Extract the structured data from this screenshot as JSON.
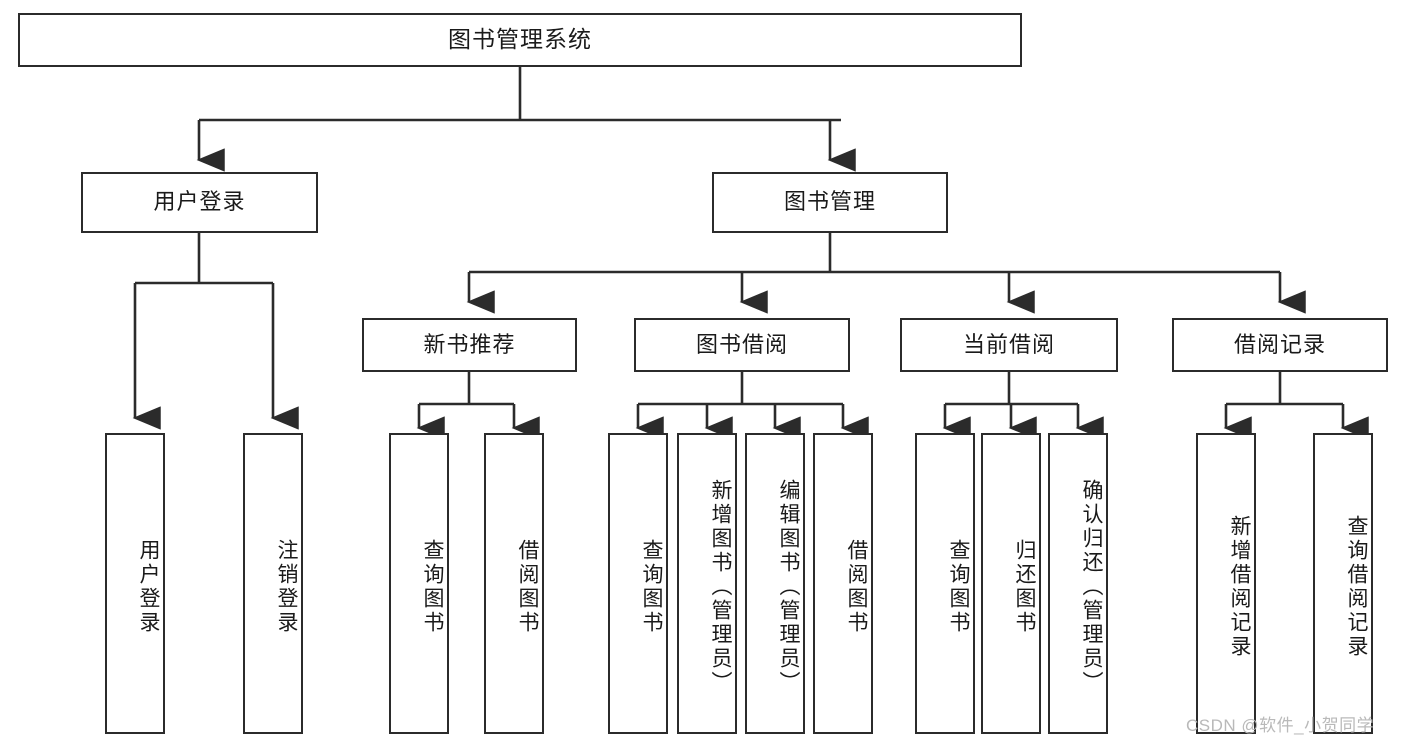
{
  "diagram": {
    "title": "图书管理系统",
    "type": "tree-hierarchy-diagram",
    "colors": {
      "background": "#ffffff",
      "box_border": "#2b2b2b",
      "box_fill": "#ffffff",
      "text": "#1a1a1a",
      "edge": "#2b2b2b",
      "watermark": "#b9b9b9"
    },
    "root": {
      "label": "图书管理系统"
    },
    "level2": [
      {
        "label": "用户登录"
      },
      {
        "label": "图书管理"
      }
    ],
    "level3": [
      {
        "label": "新书推荐"
      },
      {
        "label": "图书借阅"
      },
      {
        "label": "当前借阅"
      },
      {
        "label": "借阅记录"
      }
    ],
    "leaves": {
      "user_login": [
        {
          "label": "用户登录"
        },
        {
          "label": "注销登录"
        }
      ],
      "new_book_recommend": [
        {
          "label": "查询图书"
        },
        {
          "label": "借阅图书"
        }
      ],
      "book_borrow": [
        {
          "label": "查询图书"
        },
        {
          "label": "新增图书（管理员）"
        },
        {
          "label": "编辑图书（管理员）"
        },
        {
          "label": "借阅图书"
        }
      ],
      "current_borrow": [
        {
          "label": "查询图书"
        },
        {
          "label": "归还图书"
        },
        {
          "label": "确认归还（管理员）"
        }
      ],
      "borrow_record": [
        {
          "label": "新增借阅记录"
        },
        {
          "label": "查询借阅记录"
        }
      ]
    },
    "watermark": "CSDN @软件_小贺同学"
  }
}
